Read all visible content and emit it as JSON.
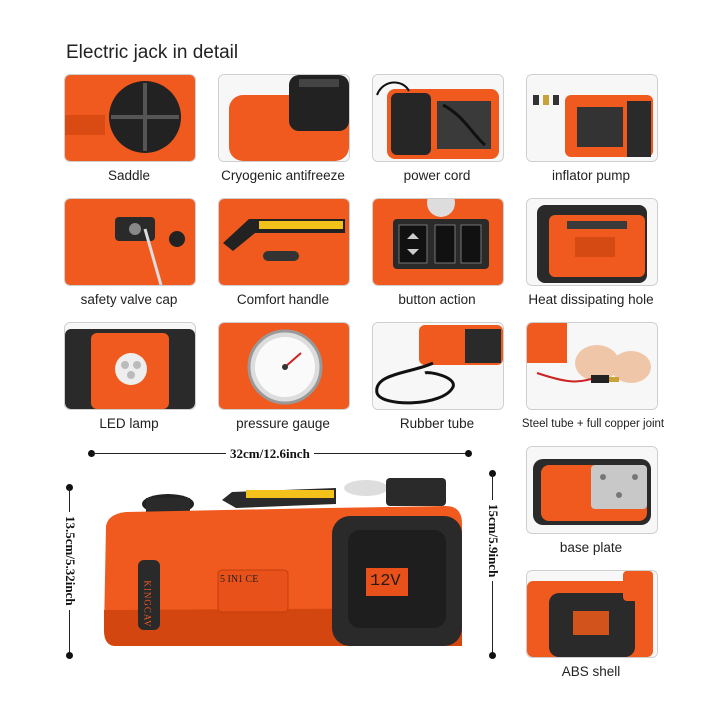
{
  "title": "Electric jack in detail",
  "tiles": [
    {
      "label": "Saddle"
    },
    {
      "label": "Cryogenic antifreeze"
    },
    {
      "label": "power cord"
    },
    {
      "label": "inflator pump"
    },
    {
      "label": "safety valve cap"
    },
    {
      "label": "Comfort handle"
    },
    {
      "label": "button action"
    },
    {
      "label": "Heat dissipating hole"
    },
    {
      "label": "LED lamp"
    },
    {
      "label": "pressure gauge"
    },
    {
      "label": "Rubber tube"
    },
    {
      "label": "Steel tube + full copper joint"
    },
    {
      "label": "base plate"
    },
    {
      "label": "ABS shell"
    }
  ],
  "dimensions": {
    "length": "32cm/12.6inch",
    "height_left": "13.5cm/5.32inch",
    "height_right": "15cm/5.9inch"
  },
  "product_markings": {
    "brand": "KINGCAV",
    "voltage": "12V",
    "model": "5 IN1 CE"
  },
  "colors": {
    "body_orange": "#f05a1e",
    "dark_panel": "#2b2b2b",
    "handle_yellow": "#f2c21b"
  }
}
